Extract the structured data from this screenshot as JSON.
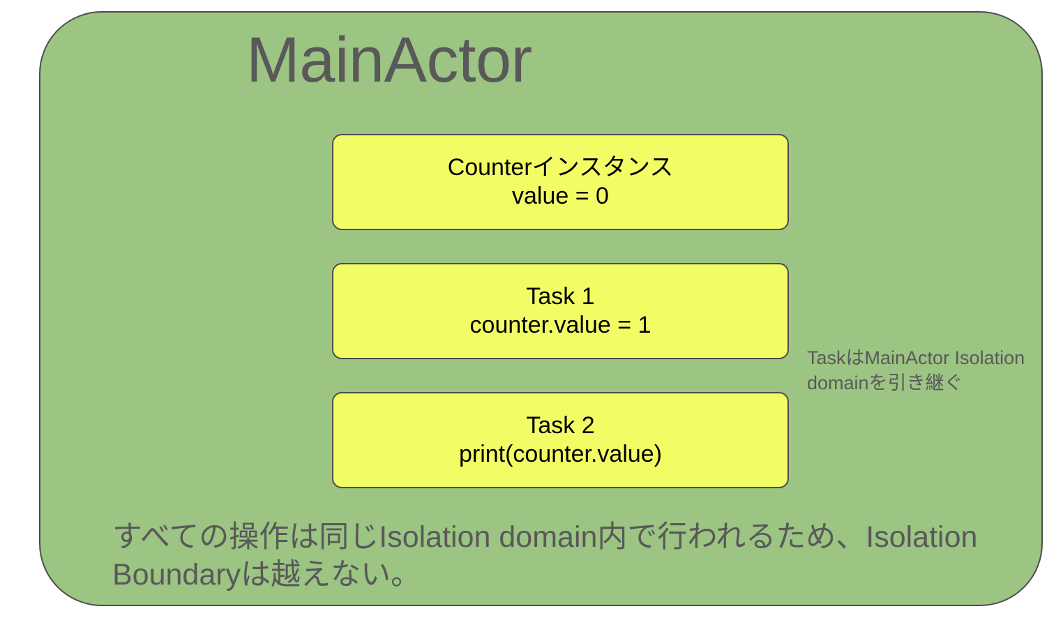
{
  "diagram": {
    "container": {
      "title": "MainActor",
      "fill_color": "#9CC483",
      "border_color": "#4D4D4D"
    },
    "boxes": [
      {
        "name": "counter-instance",
        "line1": "Counterインスタンス",
        "line2": "value = 0",
        "fill_color": "#F2FD66"
      },
      {
        "name": "task-1",
        "line1": "Task 1",
        "line2": "counter.value = 1",
        "fill_color": "#F2FD66"
      },
      {
        "name": "task-2",
        "line1": "Task 2",
        "line2": "print(counter.value)",
        "fill_color": "#F2FD66"
      }
    ],
    "side_note": {
      "line1": "TaskはMainActor Isolation",
      "line2": "domainを引き継ぐ",
      "color": "#595959"
    },
    "bottom_note": {
      "line1": "すべての操作は同じIsolation domain内で行われるため、Isolation",
      "line2": "Boundaryは越えない。",
      "color": "#595959"
    }
  }
}
